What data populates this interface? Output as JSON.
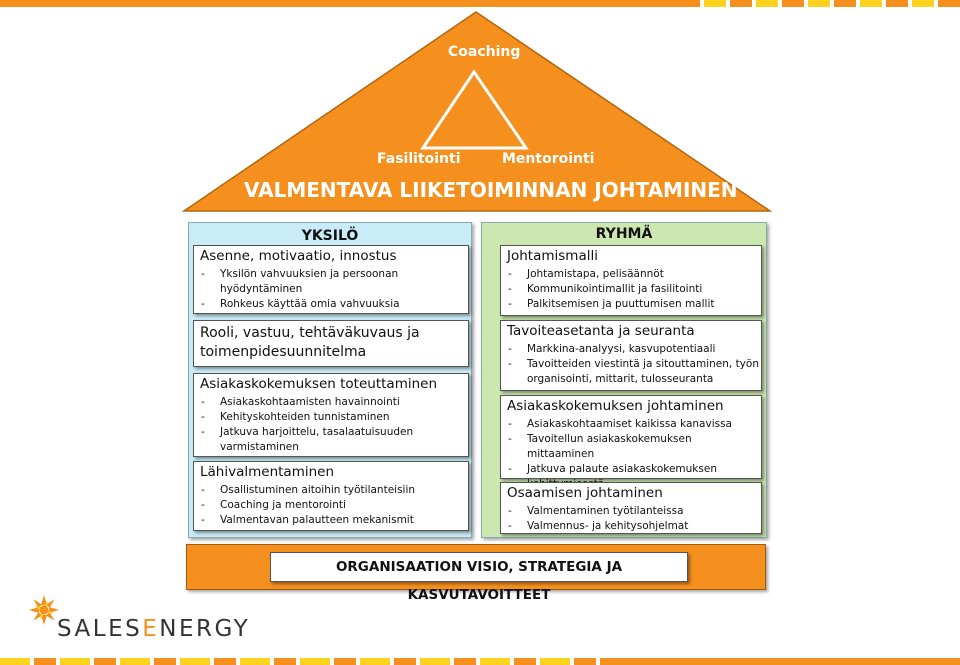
{
  "colors": {
    "orange": "#f5901e",
    "light_blue": "#c9ecf8",
    "light_green": "#cde7b0",
    "yellow": "#ffd21f"
  },
  "roof": {
    "coaching": "Coaching",
    "fasilitointi": "Fasilitointi",
    "mentorointi": "Mentorointi",
    "title": "VALMENTAVA LIIKETOIMINNAN JOHTAMINEN"
  },
  "left": {
    "heading": "YKSILÖ",
    "boxes": [
      {
        "title": "Asenne, motivaatio, innostus",
        "items": [
          [
            "Yksilön vahvuuksien ja persoonan",
            "hyödyntäminen"
          ],
          [
            "Rohkeus käyttää omia vahvuuksia"
          ]
        ]
      },
      {
        "title": [
          "Rooli, vastuu, tehtäväkuvaus ja",
          "toimenpidesuunnitelma"
        ],
        "items": []
      },
      {
        "title": "Asiakaskokemuksen toteuttaminen",
        "items": [
          [
            "Asiakaskohtaamisten havainnointi"
          ],
          [
            "Kehityskohteiden tunnistaminen"
          ],
          [
            "Jatkuva harjoittelu, tasalaatuisuuden",
            "varmistaminen"
          ]
        ]
      },
      {
        "title": "Lähivalmentaminen",
        "items": [
          [
            "Osallistuminen aitoihin työtilanteisiin"
          ],
          [
            "Coaching ja mentorointi"
          ],
          [
            "Valmentavan palautteen mekanismit"
          ]
        ]
      }
    ]
  },
  "right": {
    "heading": "RYHMÄ",
    "boxes": [
      {
        "title": "Johtamismalli",
        "items": [
          [
            "Johtamistapa, pelisäännöt"
          ],
          [
            "Kommunikointimallit ja fasilitointi"
          ],
          [
            "Palkitsemisen ja puuttumisen mallit"
          ]
        ]
      },
      {
        "title": "Tavoiteasetanta ja seuranta",
        "items": [
          [
            "Markkina-analyysi, kasvupotentiaali"
          ],
          [
            "Tavoitteiden viestintä ja sitouttaminen, työn",
            "organisointi, mittarit, tulosseuranta"
          ]
        ]
      },
      {
        "title": "Asiakaskokemuksen johtaminen",
        "items": [
          [
            "Asiakaskohtaamiset kaikissa kanavissa"
          ],
          [
            "Tavoitellun asiakaskokemuksen mittaaminen"
          ],
          [
            "Jatkuva palaute asiakaskokemuksen",
            "kehittymisestä"
          ]
        ]
      },
      {
        "title": "Osaamisen johtaminen",
        "items": [
          [
            "Valmentaminen työtilanteissa"
          ],
          [
            "Valmennus- ja kehitysohjelmat"
          ]
        ]
      }
    ]
  },
  "base": {
    "label": "ORGANISAATION VISIO, STRATEGIA JA KASVUTAVOITTEET"
  },
  "logo": {
    "text_before": "SALES",
    "text_highlight": "E",
    "text_after": "NERGY"
  }
}
